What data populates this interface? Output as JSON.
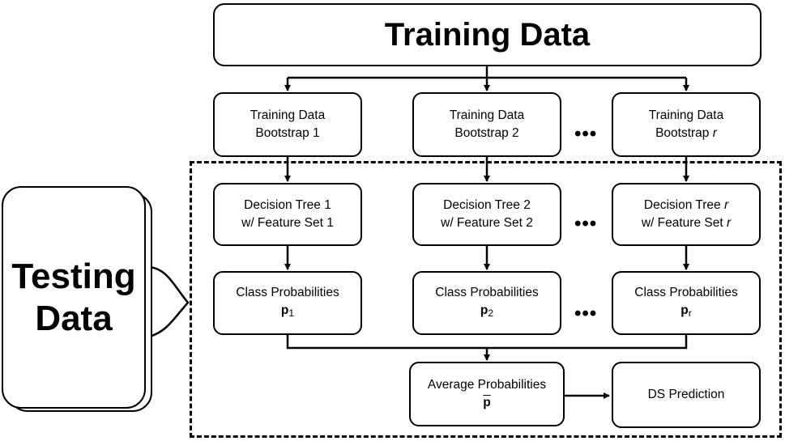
{
  "title": "Training Data",
  "testing": {
    "line1": "Testing",
    "line2": "Data"
  },
  "bootstraps": {
    "b1": {
      "line1": "Training Data",
      "line2": "Bootstrap 1"
    },
    "b2": {
      "line1": "Training Data",
      "line2": "Bootstrap 2"
    },
    "br": {
      "line1": "Training Data",
      "line2": "Bootstrap ",
      "var": "r"
    }
  },
  "trees": {
    "t1": {
      "line1": "Decision Tree 1",
      "line2": "w/ Feature Set 1"
    },
    "t2": {
      "line1": "Decision Tree 2",
      "line2": "w/ Feature Set 2"
    },
    "tr": {
      "line1a": "Decision Tree ",
      "line2a": "w/ Feature Set ",
      "var": "r"
    }
  },
  "probs": {
    "p1": {
      "line1": "Class Probabilities",
      "sym": "p",
      "sub": "1"
    },
    "p2": {
      "line1": "Class Probabilities",
      "sym": "p",
      "sub": "2"
    },
    "pr": {
      "line1": "Class Probabilities",
      "sym": "p",
      "sub": "r"
    }
  },
  "average": {
    "line1": "Average Probabilities",
    "sym": "p"
  },
  "prediction": "DS Prediction",
  "ellipsis": "•••"
}
